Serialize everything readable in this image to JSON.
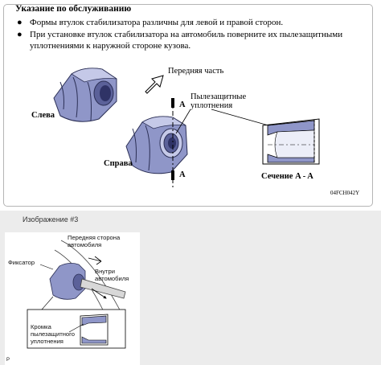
{
  "notice": {
    "title": "Указание по обслуживанию",
    "bullets": [
      "Формы втулок стабилизатора различны для левой и правой сторон.",
      "При установке втулок стабилизатора на автомобиль поверните их пылезащитными уплотнениями к наружной стороне кузова."
    ]
  },
  "figure1": {
    "label_left": "Слева",
    "label_right": "Справа",
    "label_front": "Передняя часть",
    "label_seals": "Пылезащитные уплотнения",
    "label_section_mark": "A",
    "label_section": "Сечение A - A",
    "figure_code": "04FCH042Y"
  },
  "image_caption": "Изображение #3",
  "figure2": {
    "label_front_side": "Передняя сторона автомобиля",
    "label_clamp": "Фиксатор",
    "label_inside": "Внутри автомобиля",
    "label_seal_edge": "Кромка пылезащитного уплотнения",
    "corner_mark": "P"
  },
  "colors": {
    "bushing_fill": "#8f96c8",
    "bushing_dark": "#5b6199",
    "bushing_light": "#c5c9e8"
  }
}
